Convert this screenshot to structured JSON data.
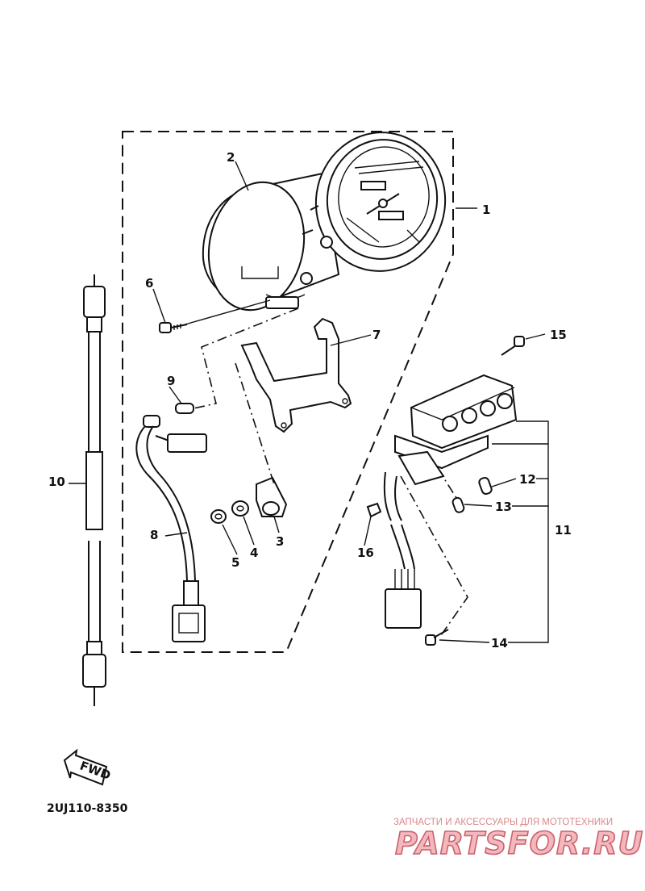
{
  "callouts": [
    {
      "id": "c1",
      "label": "1"
    },
    {
      "id": "c2",
      "label": "2"
    },
    {
      "id": "c3",
      "label": "3"
    },
    {
      "id": "c4",
      "label": "4"
    },
    {
      "id": "c5",
      "label": "5"
    },
    {
      "id": "c6",
      "label": "6"
    },
    {
      "id": "c7",
      "label": "7"
    },
    {
      "id": "c8",
      "label": "8"
    },
    {
      "id": "c9",
      "label": "9"
    },
    {
      "id": "c10",
      "label": "10"
    },
    {
      "id": "c11",
      "label": "11"
    },
    {
      "id": "c12",
      "label": "12"
    },
    {
      "id": "c13",
      "label": "13"
    },
    {
      "id": "c14",
      "label": "14"
    },
    {
      "id": "c15",
      "label": "15"
    },
    {
      "id": "c16",
      "label": "16"
    }
  ],
  "direction_arrow": {
    "label": "FWD"
  },
  "diagram_code": "2UJ110-8350",
  "watermark": {
    "tagline": "ЗАПЧАСТИ И АКСЕССУАРЫ ДЛЯ МОТОТЕХНИКИ",
    "brand": "PARTSFOR.RU"
  }
}
